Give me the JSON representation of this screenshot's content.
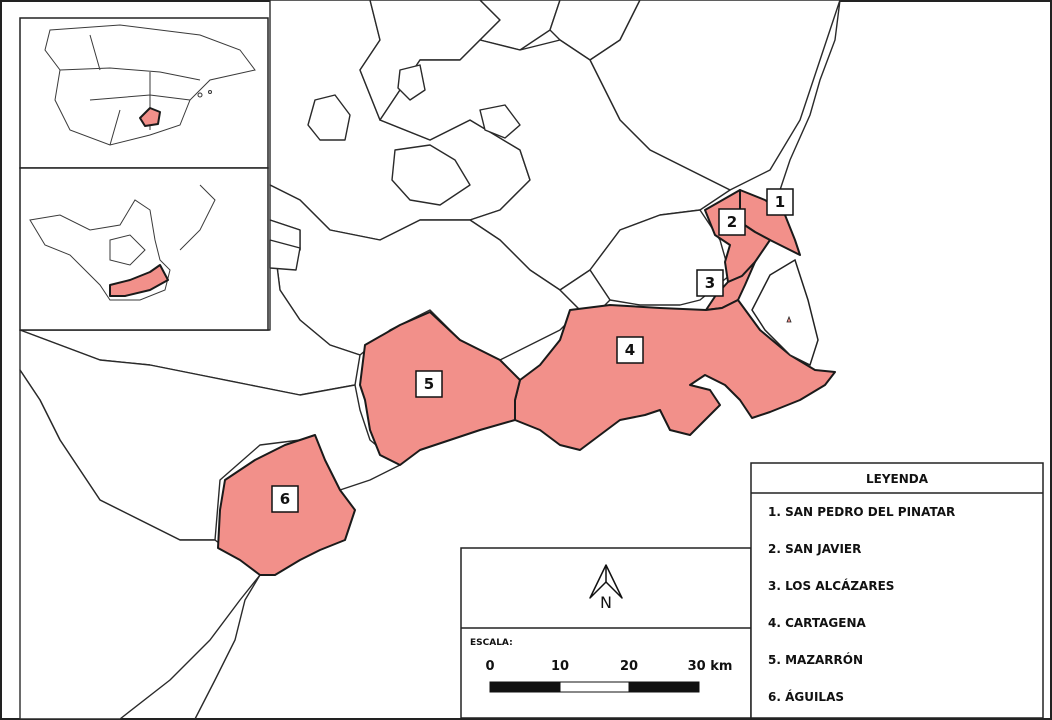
{
  "legend": {
    "title": "LEYENDA",
    "items": [
      "1. SAN PEDRO DEL PINATAR",
      "2. SAN JAVIER",
      "3. LOS ALCÁZARES",
      "4. CARTAGENA",
      "5. MAZARRÓN",
      "6. ÁGUILAS"
    ]
  },
  "markers": [
    "1",
    "2",
    "3",
    "4",
    "5",
    "6"
  ],
  "scale": {
    "title": "ESCALA:",
    "ticks": [
      "0",
      "10",
      "20",
      "30 km"
    ]
  },
  "north": {
    "label": "N"
  },
  "colors": {
    "highlight": "#f2908a",
    "outline": "#1a1a1a",
    "background": "#ffffff"
  }
}
